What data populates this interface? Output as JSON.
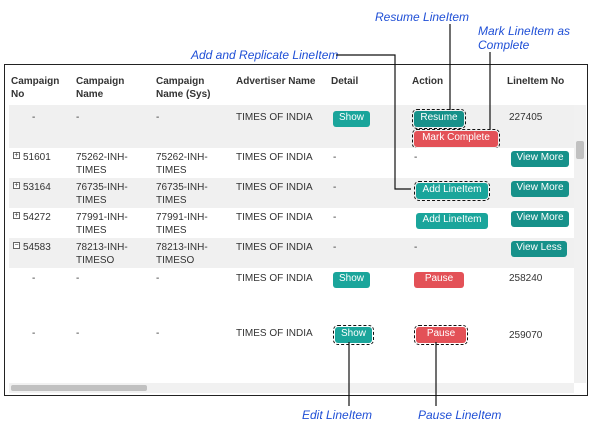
{
  "callouts": {
    "resume": "Resume LineItem",
    "mark_complete_l1": "Mark LineItem as",
    "mark_complete_l2": "Complete",
    "add_replicate": "Add and Replicate LineItem",
    "edit": "Edit LineItem",
    "pause": "Pause LineItem"
  },
  "headers": {
    "campaign_no_l1": "Campaign",
    "campaign_no_l2": "No",
    "campaign_name_l1": "Campaign",
    "campaign_name_l2": "Name",
    "campaign_name_sys_l1": "Campaign",
    "campaign_name_sys_l2": "Name (Sys)",
    "advertiser_name": "Advertiser Name",
    "detail": "Detail",
    "action": "Action",
    "lineitem_no": "LineItem No"
  },
  "rows": [
    {
      "campaign_no": "-",
      "campaign_name_l1": "-",
      "campaign_name_l2": "",
      "campaign_name_sys_l1": "-",
      "campaign_name_sys_l2": "",
      "advertiser": "TIMES OF INDIA",
      "detail_btn": "Show",
      "action_btn1": "Resume",
      "action_btn2": "Mark Complete",
      "lineitem_no": "227405"
    },
    {
      "campaign_no": "51601",
      "campaign_name_l1": "75262-INH-",
      "campaign_name_l2": "TIMES",
      "campaign_name_sys_l1": "75262-INH-",
      "campaign_name_sys_l2": "TIMES",
      "advertiser": "TIMES OF INDIA",
      "detail_text": "-",
      "action_text": "-",
      "lineitem_btn": "View More"
    },
    {
      "campaign_no": "53164",
      "campaign_name_l1": "76735-INH-",
      "campaign_name_l2": "TIMES",
      "campaign_name_sys_l1": "76735-INH-",
      "campaign_name_sys_l2": "TIMES",
      "advertiser": "TIMES OF INDIA",
      "detail_text": "-",
      "action_btn": "Add LineItem",
      "lineitem_btn": "View More"
    },
    {
      "campaign_no": "54272",
      "campaign_name_l1": "77991-INH-",
      "campaign_name_l2": "TIMES",
      "campaign_name_sys_l1": "77991-INH-",
      "campaign_name_sys_l2": "TIMES",
      "advertiser": "TIMES OF INDIA",
      "detail_text": "-",
      "action_btn": "Add LineItem",
      "lineitem_btn": "View More"
    },
    {
      "campaign_no": "54583",
      "campaign_name_l1": "78213-INH-",
      "campaign_name_l2": "TIMESO",
      "campaign_name_sys_l1": "78213-INH-",
      "campaign_name_sys_l2": "TIMESO",
      "advertiser": "TIMES OF INDIA",
      "detail_text": "-",
      "action_text": "-",
      "lineitem_btn": "View Less"
    },
    {
      "campaign_no": "-",
      "campaign_name_l1": "-",
      "campaign_name_sys_l1": "-",
      "advertiser": "TIMES OF INDIA",
      "detail_btn": "Show",
      "action_btn": "Pause",
      "lineitem_no": "258240"
    },
    {
      "campaign_no": "-",
      "campaign_name_l1": "-",
      "campaign_name_sys_l1": "-",
      "advertiser": "TIMES OF INDIA",
      "detail_btn": "Show",
      "action_btn": "Pause",
      "lineitem_no": "259070"
    }
  ],
  "expand_icons": {
    "plus": "+",
    "minus": "−"
  }
}
